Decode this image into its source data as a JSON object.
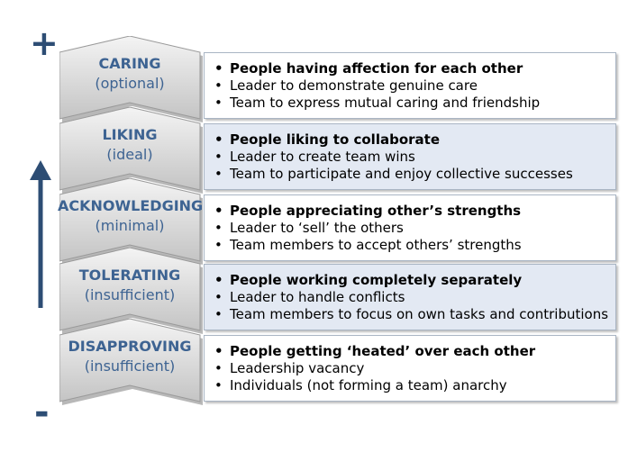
{
  "signs": {
    "top": "+",
    "bottom": "-"
  },
  "colors": {
    "accent": "#2d4d74",
    "label": "#3d6392",
    "box_alt": "#e3e9f3",
    "chevron_light": "#f4f4f4",
    "chevron_dark": "#c4c4c4"
  },
  "levels": [
    {
      "name": "CARING",
      "qualifier": "(optional)",
      "shaded": false,
      "points": [
        "People having affection for each other",
        "Leader to demonstrate genuine care",
        "Team to express mutual caring and friendship"
      ]
    },
    {
      "name": "LIKING",
      "qualifier": "(ideal)",
      "shaded": true,
      "points": [
        "People liking to collaborate",
        "Leader to create team wins",
        "Team to participate and enjoy collective successes"
      ]
    },
    {
      "name": "ACKNOWLEDGING",
      "qualifier": "(minimal)",
      "shaded": false,
      "points": [
        "People appreciating other’s strengths",
        "Leader to ‘sell’ the others",
        "Team members to accept others’ strengths"
      ]
    },
    {
      "name": "TOLERATING",
      "qualifier": "(insufficient)",
      "shaded": true,
      "points": [
        "People working completely separately",
        "Leader to handle conflicts",
        "Team members to focus on own tasks and contributions"
      ]
    },
    {
      "name": "DISAPPROVING",
      "qualifier": "(insufficient)",
      "shaded": false,
      "points": [
        "People  getting ‘heated’ over each other",
        "Leadership vacancy",
        "Individuals (not forming a team) anarchy"
      ]
    }
  ]
}
